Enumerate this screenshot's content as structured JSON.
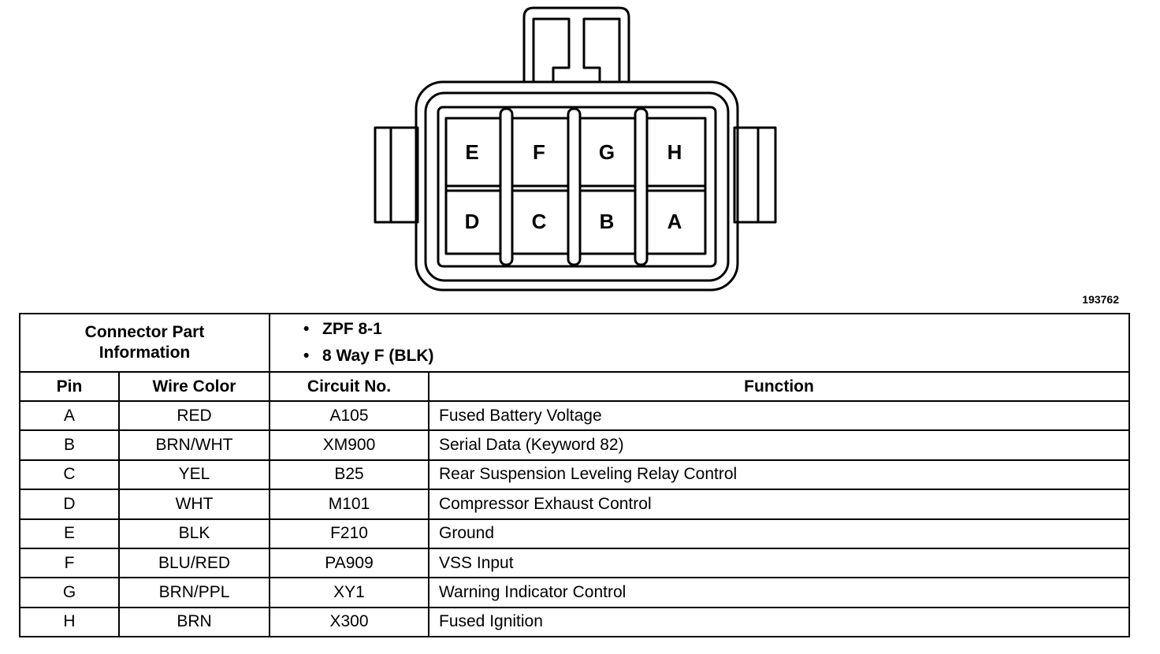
{
  "connector_pins": {
    "top_row": [
      "E",
      "F",
      "G",
      "H"
    ],
    "bottom_row": [
      "D",
      "C",
      "B",
      "A"
    ]
  },
  "figure_id": "193762",
  "connector_info": {
    "title_line1": "Connector Part",
    "title_line2": "Information",
    "bullet_symbol": "•",
    "items": [
      "ZPF 8-1",
      "8 Way F (BLK)"
    ]
  },
  "table": {
    "headers": [
      "Pin",
      "Wire Color",
      "Circuit No.",
      "Function"
    ],
    "rows": [
      {
        "pin": "A",
        "wire_color": "RED",
        "circuit": "A105",
        "function": "Fused Battery Voltage"
      },
      {
        "pin": "B",
        "wire_color": "BRN/WHT",
        "circuit": "XM900",
        "function": "Serial Data (Keyword 82)"
      },
      {
        "pin": "C",
        "wire_color": "YEL",
        "circuit": "B25",
        "function": "Rear Suspension Leveling Relay Control"
      },
      {
        "pin": "D",
        "wire_color": "WHT",
        "circuit": "M101",
        "function": "Compressor Exhaust Control"
      },
      {
        "pin": "E",
        "wire_color": "BLK",
        "circuit": "F210",
        "function": "Ground"
      },
      {
        "pin": "F",
        "wire_color": "BLU/RED",
        "circuit": "PA909",
        "function": "VSS Input"
      },
      {
        "pin": "G",
        "wire_color": "BRN/PPL",
        "circuit": "XY1",
        "function": "Warning Indicator Control"
      },
      {
        "pin": "H",
        "wire_color": "BRN",
        "circuit": "X300",
        "function": "Fused Ignition"
      }
    ]
  }
}
